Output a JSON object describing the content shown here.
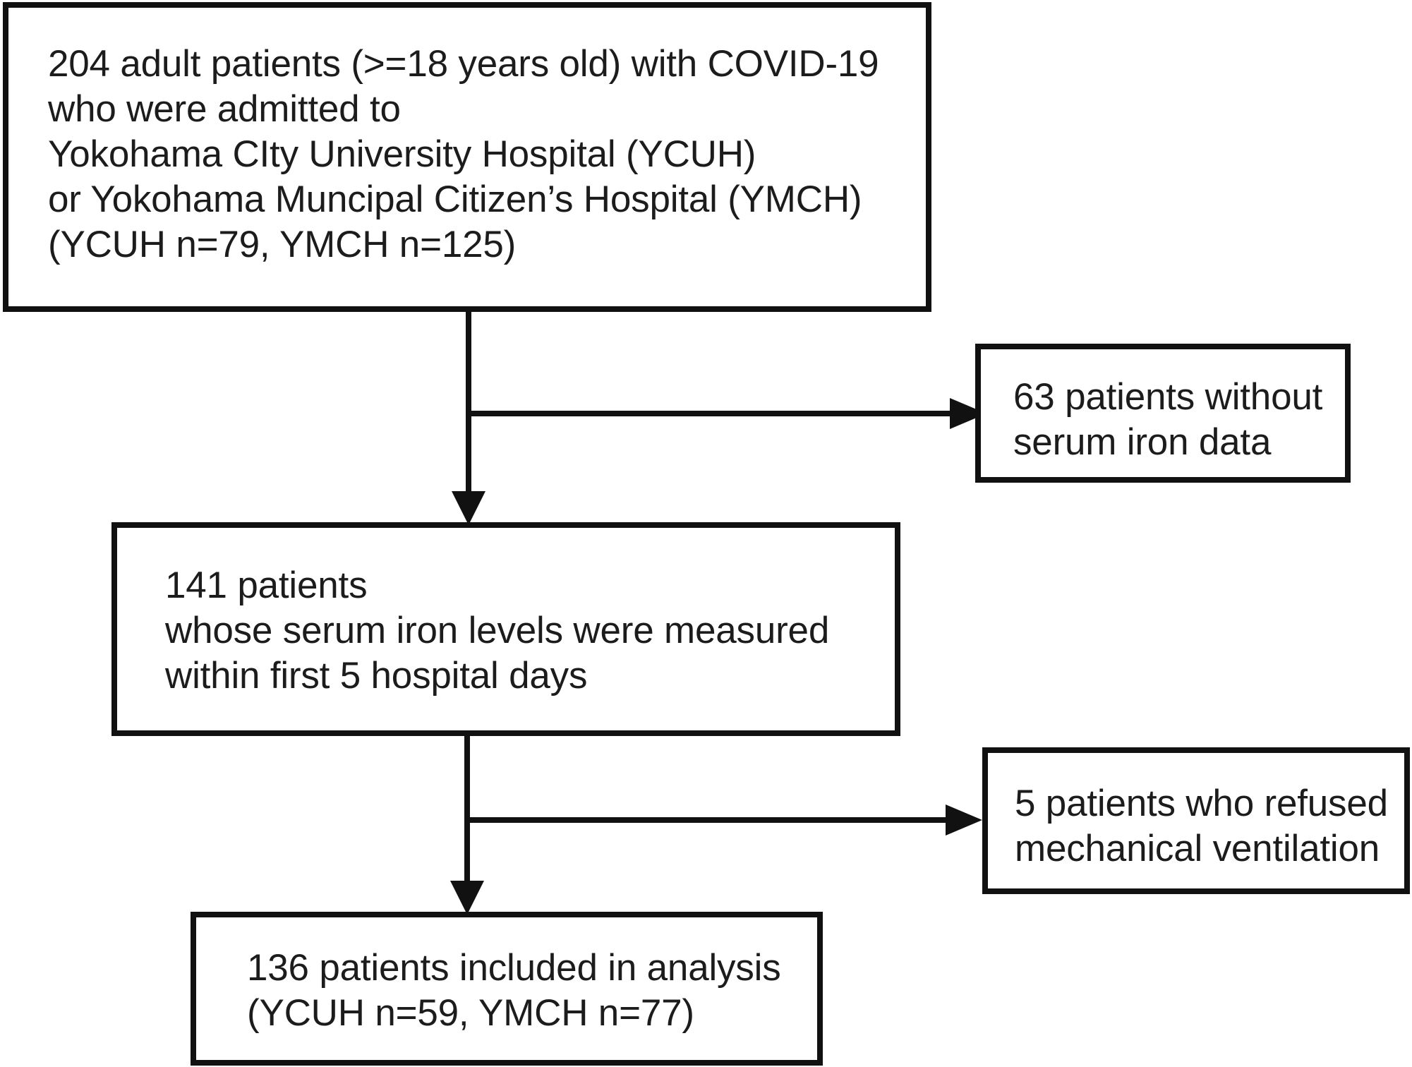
{
  "flowchart": {
    "box_initial": {
      "lines": [
        "204 adult patients (>=18 years old) with COVID-19",
        "who were admitted to",
        "Yokohama CIty University Hospital (YCUH)",
        "or Yokohama Muncipal Citizen’s Hospital (YMCH)",
        "(YCUH n=79, YMCH n=125)"
      ]
    },
    "box_exclusion_1": {
      "lines": [
        "63 patients without",
        "serum iron data"
      ]
    },
    "box_middle": {
      "lines": [
        "141 patients",
        "whose serum iron levels were measured",
        "within first 5 hospital days"
      ]
    },
    "box_exclusion_2": {
      "lines": [
        "5 patients who refused",
        "mechanical ventilation"
      ]
    },
    "box_final": {
      "lines": [
        "136 patients included in analysis",
        "(YCUH n=59, YMCH n=77)"
      ]
    }
  }
}
